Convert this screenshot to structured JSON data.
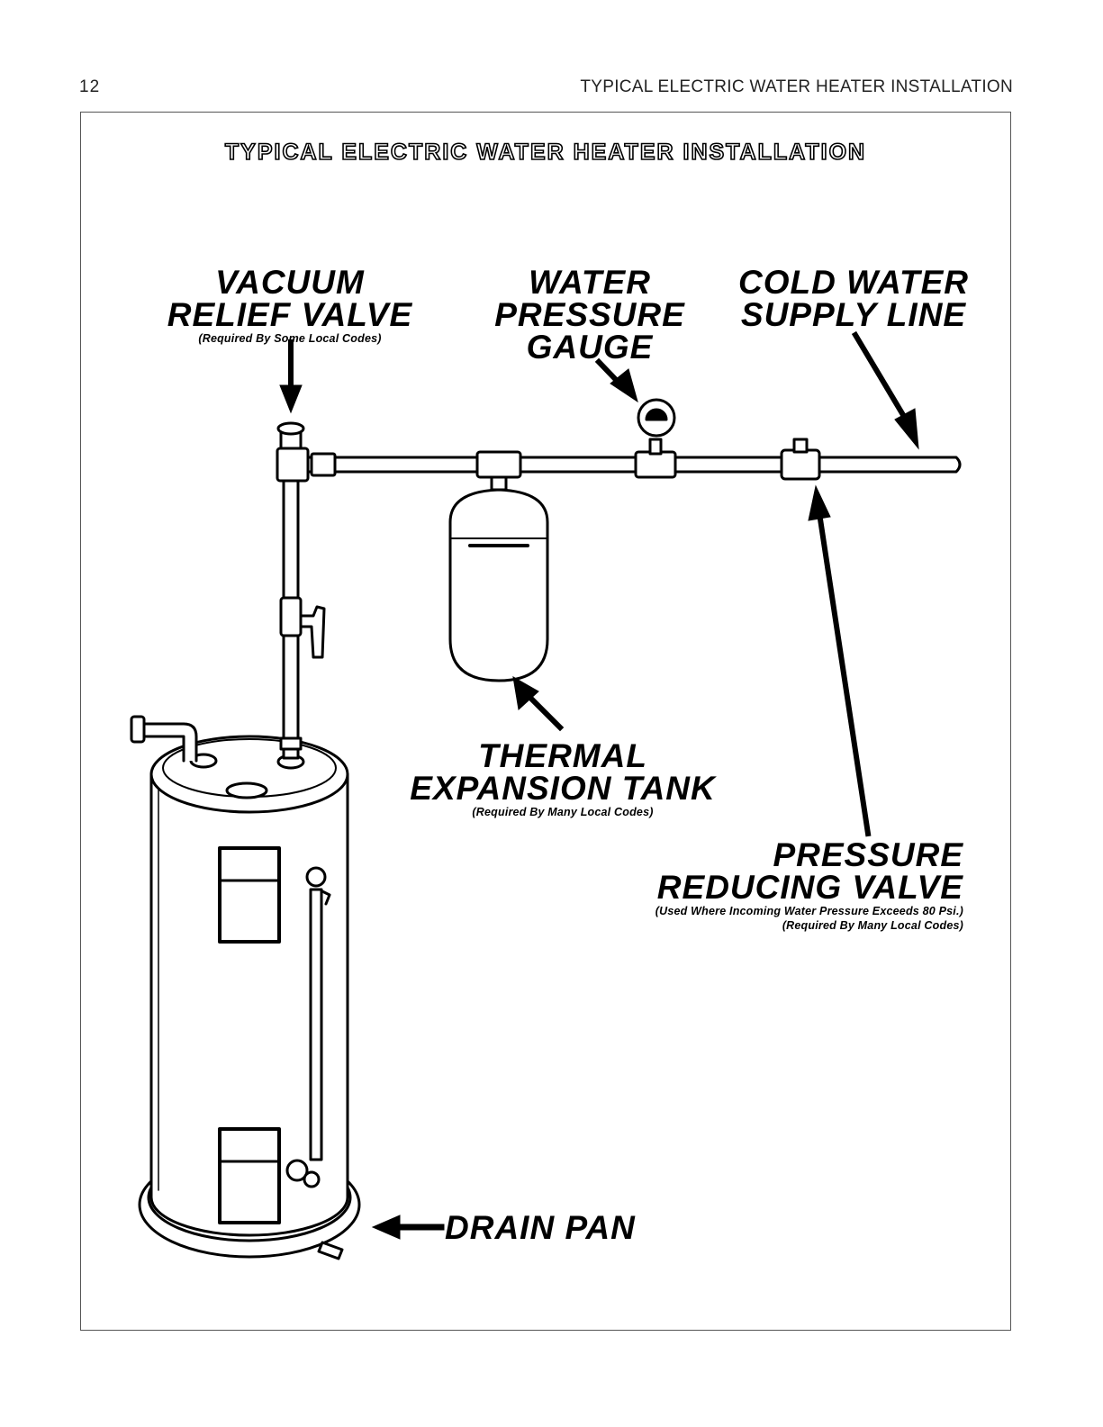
{
  "page": {
    "number": "12",
    "header": "TYPICAL ELECTRIC WATER HEATER INSTALLATION"
  },
  "diagram": {
    "title": "TYPICAL ELECTRIC WATER HEATER INSTALLATION",
    "labels": {
      "vacuum_relief_valve": {
        "line1": "VACUUM",
        "line2": "RELIEF VALVE",
        "note": "(Required By Some Local Codes)"
      },
      "water_pressure_gauge": {
        "line1": "WATER",
        "line2": "PRESSURE",
        "line3": "GAUGE"
      },
      "cold_water_supply_line": {
        "line1": "COLD WATER",
        "line2": "SUPPLY LINE"
      },
      "thermal_expansion_tank": {
        "line1": "THERMAL",
        "line2": "EXPANSION TANK",
        "note": "(Required By Many Local Codes)"
      },
      "pressure_reducing_valve": {
        "line1": "PRESSURE",
        "line2": "REDUCING VALVE",
        "note1": "(Used Where Incoming Water Pressure Exceeds 80 Psi.)",
        "note2": "(Required By Many Local Codes)"
      },
      "drain_pan": {
        "text": "DRAIN PAN"
      }
    }
  }
}
